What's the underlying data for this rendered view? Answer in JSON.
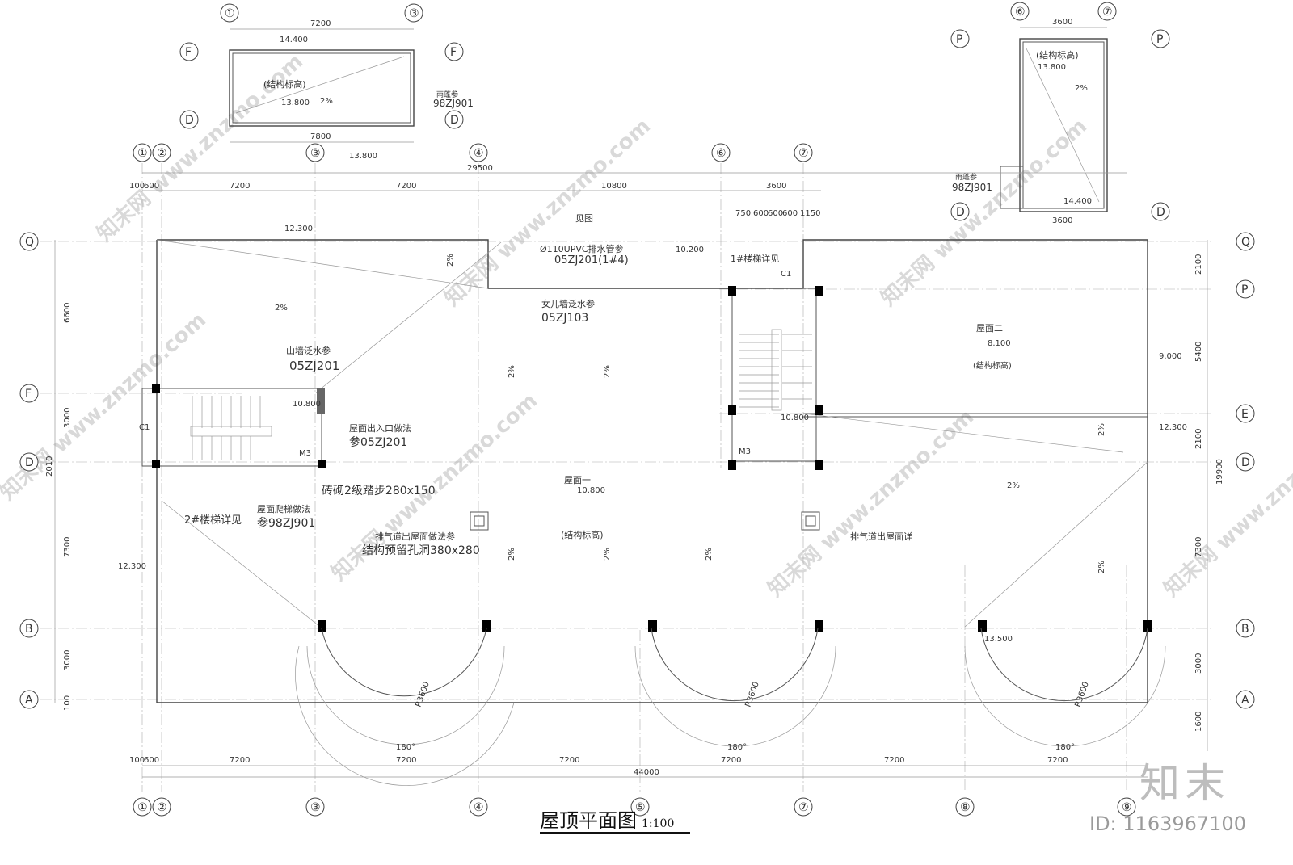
{
  "title": "屋顶平面图",
  "scale": "1:100",
  "brand": "知末",
  "id": "ID: 1163967100",
  "watermarks": [
    "知末网 www.znzmo.com"
  ],
  "axes": {
    "vertical": [
      "①",
      "②",
      "③",
      "④",
      "⑤",
      "⑥",
      "⑦",
      "⑧",
      "⑨"
    ],
    "horizontal": [
      "Q",
      "P",
      "F",
      "E",
      "D",
      "B",
      "A"
    ]
  },
  "elevations": [
    "14.400",
    "13.800",
    "12.300",
    "10.200",
    "10.800",
    "9.000",
    "8.100",
    "13.500"
  ],
  "dims_top": [
    "29500",
    "7200",
    "7200",
    "10800",
    "3600",
    "100",
    "600"
  ],
  "dims_bottom": [
    "44000",
    "7200",
    "7200",
    "7200",
    "7200",
    "7200",
    "7200",
    "100",
    "600"
  ],
  "dims_left": [
    "6600",
    "3000",
    "2010",
    "7300",
    "3000",
    "100"
  ],
  "dims_right": [
    "19900",
    "2100",
    "5400",
    "2100",
    "7300",
    "3000",
    "1600"
  ],
  "stair_dims": [
    "750",
    "600",
    "600",
    "600",
    "1150"
  ],
  "annotations": {
    "a1": "山墙泛水参",
    "a1_ref": "05ZJ201",
    "a2": "屋面出入口做法",
    "a2_ref": "参05ZJ201",
    "a3": "屋面爬梯做法",
    "a3_ref": "参98ZJ901",
    "a4": "2#楼梯详见",
    "a5": "砖砌2级踏步280x150",
    "a6": "排气道出屋面做法参",
    "a7": "结构预留孔洞380x280",
    "a8": "屋面一",
    "a9": "(结构标高)",
    "a10": "女儿墙泛水参",
    "a10_ref": "05ZJ103",
    "a11": "Ø110UPVC排水管参",
    "a11_ref": "05ZJ201(1#4)",
    "a12": "1#楼梯详见",
    "a13": "屋面二",
    "a14": "排气道出屋面详",
    "a15": "雨蓬参",
    "a15_ref": "98ZJ901",
    "a16": "见图",
    "radius": "R3600",
    "arc": "180°",
    "slope": "2%",
    "m3": "M3",
    "c1": "C1"
  }
}
